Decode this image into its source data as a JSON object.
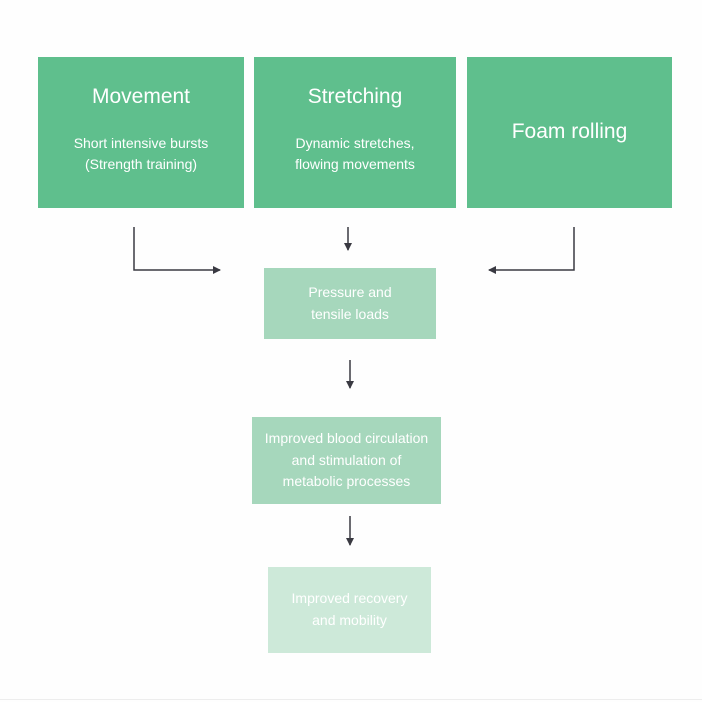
{
  "colors": {
    "background": "#fefefe",
    "green-dark": "#5fbf8d",
    "green-mid": "#a6d7bc",
    "green-light": "#cde9d9",
    "arrow": "#3a3a42",
    "box-text": "#ffffff"
  },
  "diagram": {
    "top_boxes": [
      {
        "title": "Movement",
        "subtitle": "Short intensive bursts\n(Strength training)"
      },
      {
        "title": "Stretching",
        "subtitle": "Dynamic stretches,\nflowing movements"
      },
      {
        "title": "Foam rolling",
        "subtitle": ""
      }
    ],
    "flow_boxes": [
      {
        "label": "Pressure and\ntensile loads"
      },
      {
        "label": "Improved blood circulation\nand stimulation of\nmetabolic processes"
      },
      {
        "label": "Improved recovery\nand mobility"
      }
    ]
  }
}
